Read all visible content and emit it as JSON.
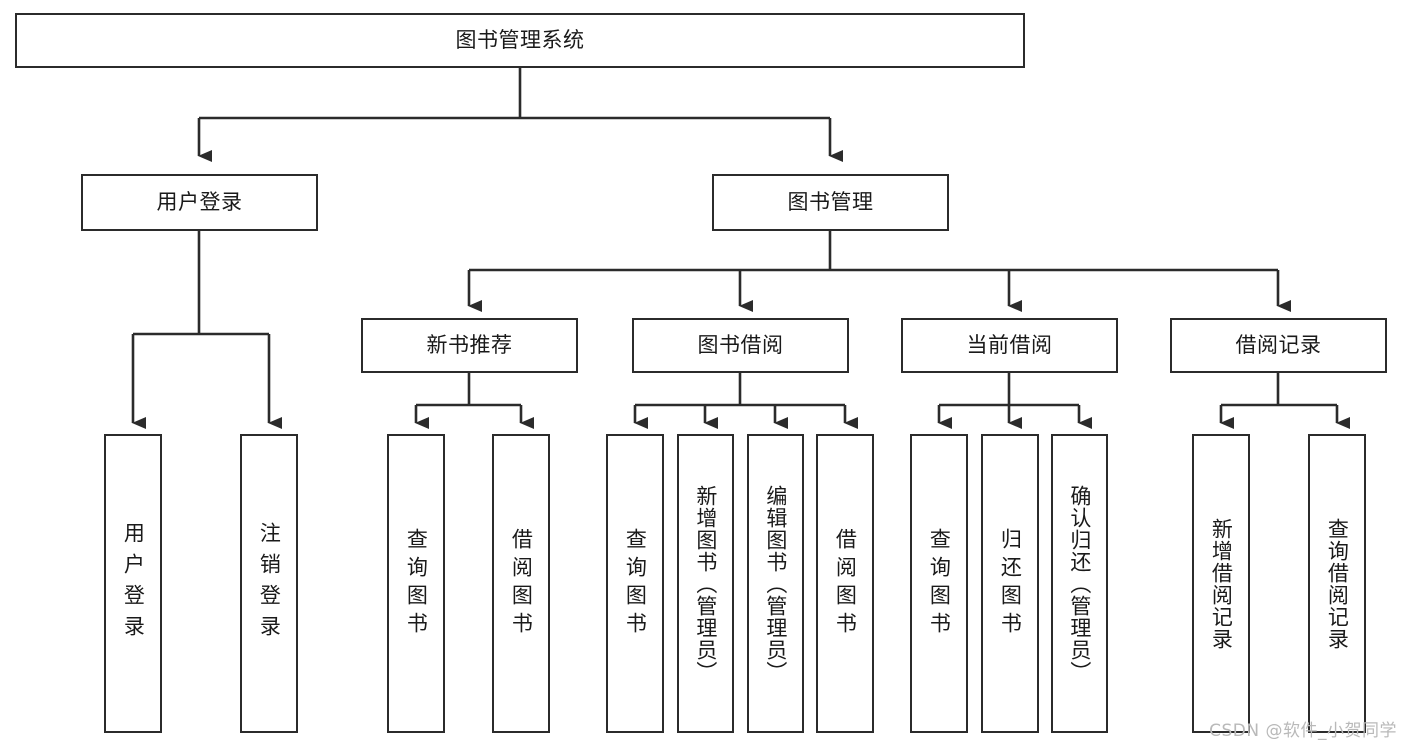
{
  "diagram": {
    "type": "tree",
    "title": "图书管理系统",
    "root": {
      "label": "图书管理系统"
    },
    "level2": [
      {
        "label": "用户登录"
      },
      {
        "label": "图书管理"
      }
    ],
    "level3": [
      {
        "label": "新书推荐"
      },
      {
        "label": "图书借阅"
      },
      {
        "label": "当前借阅"
      },
      {
        "label": "借阅记录"
      }
    ],
    "leaves": {
      "user_login": [
        {
          "label": "用户登录"
        },
        {
          "label": "注销登录"
        }
      ],
      "new_book_recommend": [
        {
          "label": "查询图书"
        },
        {
          "label": "借阅图书"
        }
      ],
      "book_borrow": [
        {
          "label": "查询图书"
        },
        {
          "label": "新增图书（管理员）"
        },
        {
          "label": "编辑图书（管理员）"
        },
        {
          "label": "借阅图书"
        }
      ],
      "current_borrow": [
        {
          "label": "查询图书"
        },
        {
          "label": "归还图书"
        },
        {
          "label": "确认归还（管理员）"
        }
      ],
      "borrow_record": [
        {
          "label": "新增借阅记录"
        },
        {
          "label": "查询借阅记录"
        }
      ]
    }
  },
  "watermark": {
    "text": "CSDN @软件_小贺同学"
  },
  "colors": {
    "stroke": "#2b2b2b",
    "background": "#ffffff",
    "text": "#1a1a1a",
    "watermark": "#b9b9b9"
  }
}
